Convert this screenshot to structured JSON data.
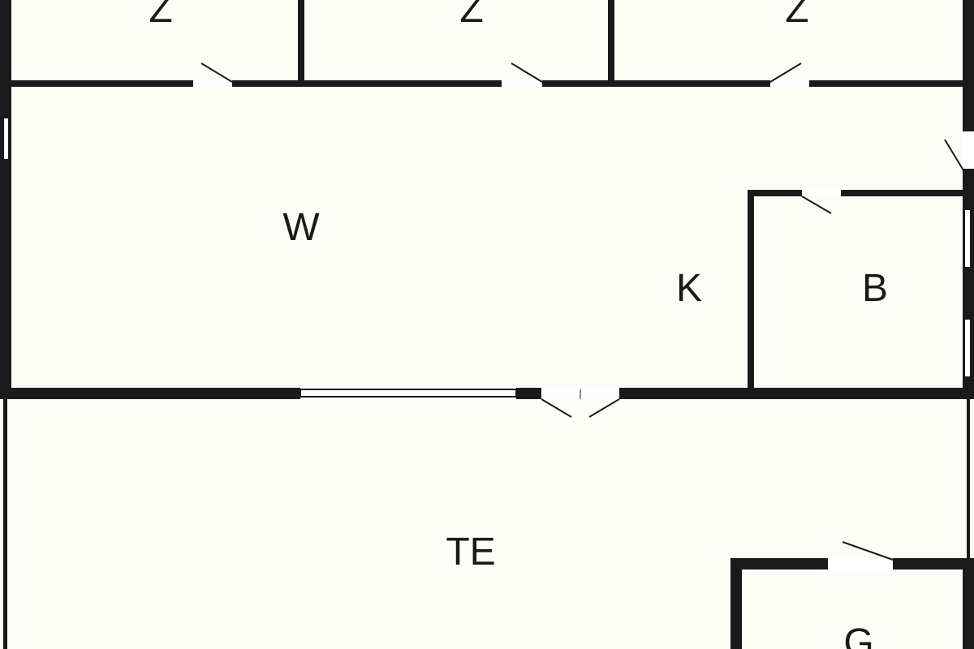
{
  "colors": {
    "background": "#fdfdf8",
    "wall": "#1a1a1a",
    "opening": "#ffffff",
    "door_leaf": "#1a1a1a",
    "label": "#1a1a1a"
  },
  "rooms": {
    "z1": "Z",
    "z2": "Z",
    "z3": "Z",
    "w": "W",
    "k": "K",
    "b": "B",
    "te": "TE",
    "g": "G"
  }
}
